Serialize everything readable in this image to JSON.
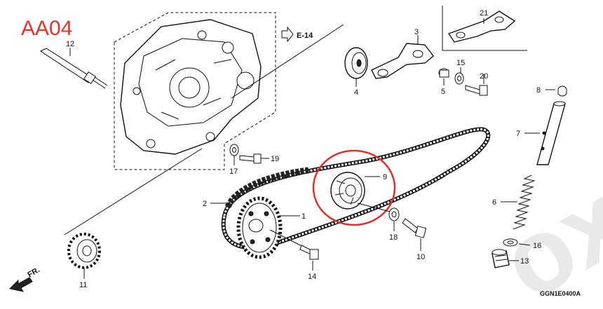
{
  "page_code": {
    "text": "AA04",
    "color": "#e3342f"
  },
  "diagram_code": "GGN1E0400A",
  "cross_ref": "E-14",
  "front_marker": "FR.",
  "watermark": "ox",
  "highlight_color": "#d9322c",
  "parts": [
    {
      "num": "1"
    },
    {
      "num": "2"
    },
    {
      "num": "3"
    },
    {
      "num": "4"
    },
    {
      "num": "5"
    },
    {
      "num": "6"
    },
    {
      "num": "7"
    },
    {
      "num": "8"
    },
    {
      "num": "9"
    },
    {
      "num": "10"
    },
    {
      "num": "11"
    },
    {
      "num": "12"
    },
    {
      "num": "13"
    },
    {
      "num": "14"
    },
    {
      "num": "15"
    },
    {
      "num": "16"
    },
    {
      "num": "17"
    },
    {
      "num": "18"
    },
    {
      "num": "19"
    },
    {
      "num": "20"
    },
    {
      "num": "21"
    }
  ]
}
